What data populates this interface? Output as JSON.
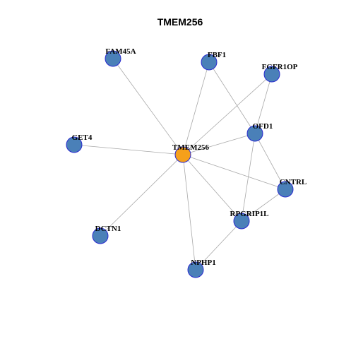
{
  "title": "TMEM256",
  "nodes": [
    {
      "id": "TMEM256",
      "hub": true
    },
    {
      "id": "FAM45A",
      "hub": false
    },
    {
      "id": "FBF1",
      "hub": false
    },
    {
      "id": "FGFR1OP",
      "hub": false
    },
    {
      "id": "OFD1",
      "hub": false
    },
    {
      "id": "GET4",
      "hub": false
    },
    {
      "id": "CNTRL",
      "hub": false
    },
    {
      "id": "RPGRIP1L",
      "hub": false
    },
    {
      "id": "DCTN1",
      "hub": false
    },
    {
      "id": "NPHP1",
      "hub": false
    }
  ],
  "edges": [
    [
      "TMEM256",
      "FAM45A"
    ],
    [
      "TMEM256",
      "FBF1"
    ],
    [
      "TMEM256",
      "FGFR1OP"
    ],
    [
      "TMEM256",
      "OFD1"
    ],
    [
      "TMEM256",
      "GET4"
    ],
    [
      "TMEM256",
      "CNTRL"
    ],
    [
      "TMEM256",
      "RPGRIP1L"
    ],
    [
      "TMEM256",
      "DCTN1"
    ],
    [
      "TMEM256",
      "NPHP1"
    ],
    [
      "FBF1",
      "OFD1"
    ],
    [
      "FGFR1OP",
      "OFD1"
    ],
    [
      "OFD1",
      "CNTRL"
    ],
    [
      "OFD1",
      "RPGRIP1L"
    ],
    [
      "CNTRL",
      "RPGRIP1L"
    ],
    [
      "RPGRIP1L",
      "NPHP1"
    ]
  ],
  "colors": {
    "hub": "#f5a01b",
    "node": "#4a80b8",
    "border": "#2a2ad0",
    "edge": "#a8a8a8"
  }
}
